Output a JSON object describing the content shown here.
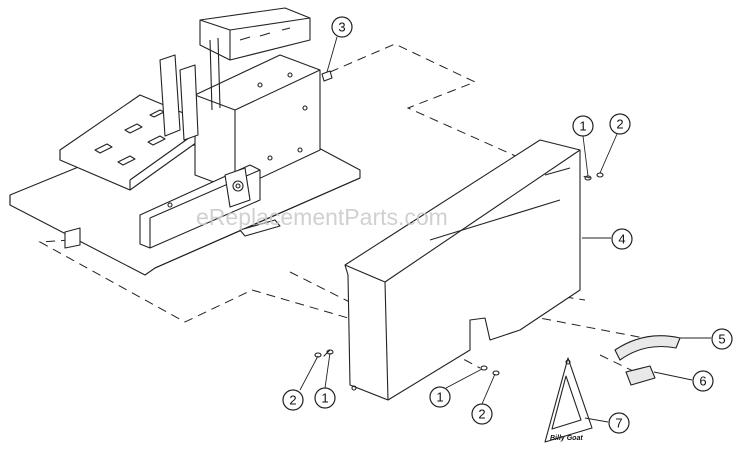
{
  "watermark": "eReplacementParts.com",
  "callouts": {
    "c1a": "1",
    "c2a": "2",
    "c3": "3",
    "c4": "4",
    "c5": "5",
    "c6": "6",
    "c7": "7",
    "c2b": "2",
    "c1b": "1",
    "c1c": "1",
    "c2c": "2"
  },
  "logo_text": "Billy Goat"
}
